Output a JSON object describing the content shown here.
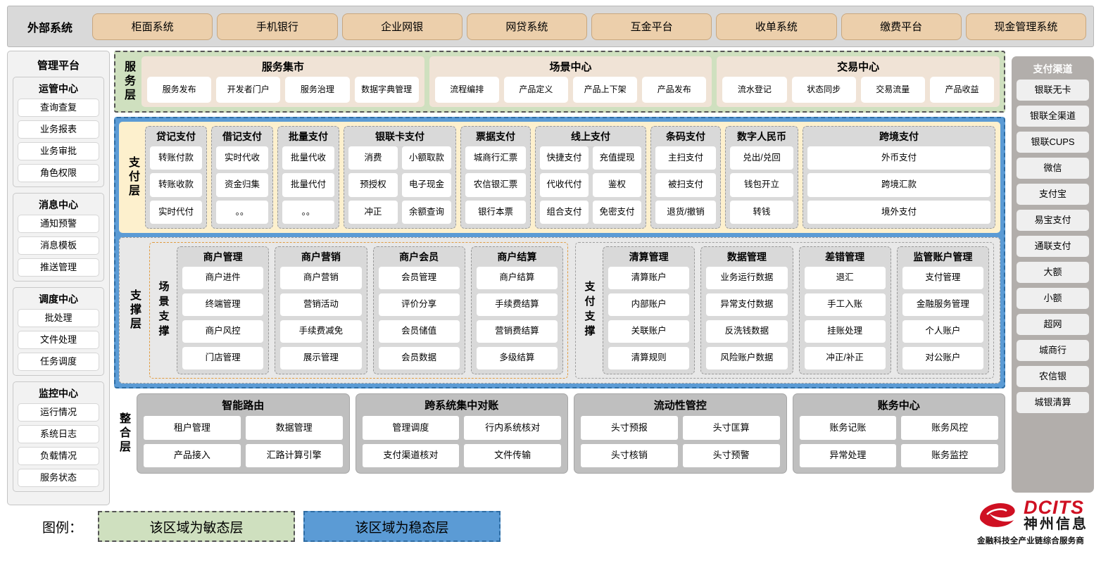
{
  "external": {
    "title": "外部系统",
    "items": [
      "柜面系统",
      "手机银行",
      "企业网银",
      "网贷系统",
      "互金平台",
      "收单系统",
      "缴费平台",
      "现金管理系统"
    ]
  },
  "management": {
    "title": "管理平台",
    "groups": [
      {
        "title": "运管中心",
        "items": [
          "查询查复",
          "业务报表",
          "业务审批",
          "角色权限"
        ]
      },
      {
        "title": "消息中心",
        "items": [
          "通知预警",
          "消息模板",
          "推送管理"
        ]
      },
      {
        "title": "调度中心",
        "items": [
          "批处理",
          "文件处理",
          "任务调度"
        ]
      },
      {
        "title": "监控中心",
        "items": [
          "运行情况",
          "系统日志",
          "负载情况",
          "服务状态"
        ]
      }
    ]
  },
  "channels": {
    "title": "支付渠道",
    "items": [
      "银联无卡",
      "银联全渠道",
      "银联CUPS",
      "微信",
      "支付宝",
      "易宝支付",
      "通联支付",
      "大额",
      "小额",
      "超网",
      "城商行",
      "农信银",
      "城银清算"
    ]
  },
  "service_layer": {
    "label": "服务层",
    "boxes": [
      {
        "title": "服务集市",
        "items": [
          "服务发布",
          "开发者门户",
          "服务治理",
          "数据字典管理"
        ]
      },
      {
        "title": "场景中心",
        "items": [
          "流程编排",
          "产品定义",
          "产品上下架",
          "产品发布"
        ]
      },
      {
        "title": "交易中心",
        "items": [
          "流水登记",
          "状态同步",
          "交易流量",
          "产品收益"
        ]
      }
    ]
  },
  "payment_layer": {
    "label": "支付层",
    "groups": [
      {
        "title": "贷记支付",
        "cols": 1,
        "rows": [
          [
            "转账付款"
          ],
          [
            "转账收款"
          ],
          [
            "实时代付"
          ]
        ]
      },
      {
        "title": "借记支付",
        "cols": 1,
        "rows": [
          [
            "实时代收"
          ],
          [
            "资金归集"
          ],
          [
            "。。"
          ]
        ]
      },
      {
        "title": "批量支付",
        "cols": 1,
        "rows": [
          [
            "批量代收"
          ],
          [
            "批量代付"
          ],
          [
            "。。"
          ]
        ]
      },
      {
        "title": "银联卡支付",
        "cols": 2,
        "rows": [
          [
            "消费",
            "小额取款"
          ],
          [
            "预授权",
            "电子现金"
          ],
          [
            "冲正",
            "余额查询"
          ]
        ]
      },
      {
        "title": "票据支付",
        "cols": 1,
        "rows": [
          [
            "城商行汇票"
          ],
          [
            "农信银汇票"
          ],
          [
            "银行本票"
          ]
        ]
      },
      {
        "title": "线上支付",
        "cols": 2,
        "rows": [
          [
            "快捷支付",
            "充值提现"
          ],
          [
            "代收代付",
            "鉴权"
          ],
          [
            "组合支付",
            "免密支付"
          ]
        ]
      },
      {
        "title": "条码支付",
        "cols": 1,
        "rows": [
          [
            "主扫支付"
          ],
          [
            "被扫支付"
          ],
          [
            "退货/撤销"
          ]
        ]
      },
      {
        "title": "数字人民币",
        "cols": 1,
        "rows": [
          [
            "兑出/兑回"
          ],
          [
            "钱包开立"
          ],
          [
            "转钱"
          ]
        ]
      },
      {
        "title": "跨境支付",
        "cols": 1,
        "rows": [
          [
            "外币支付"
          ],
          [
            "跨境汇款"
          ],
          [
            "境外支付"
          ]
        ]
      }
    ]
  },
  "support_layer": {
    "label": "支撑层",
    "scene": {
      "label": "场景支撑",
      "groups": [
        {
          "title": "商户管理",
          "items": [
            "商户进件",
            "终端管理",
            "商户风控",
            "门店管理"
          ]
        },
        {
          "title": "商户营销",
          "items": [
            "商户营销",
            "营销活动",
            "手续费减免",
            "展示管理"
          ]
        },
        {
          "title": "商户会员",
          "items": [
            "会员管理",
            "评价分享",
            "会员储值",
            "会员数据"
          ]
        },
        {
          "title": "商户结算",
          "items": [
            "商户结算",
            "手续费结算",
            "营销费结算",
            "多级结算"
          ]
        }
      ]
    },
    "pay": {
      "label": "支付支撑",
      "groups": [
        {
          "title": "清算管理",
          "items": [
            "清算账户",
            "内部账户",
            "关联账户",
            "清算规则"
          ]
        },
        {
          "title": "数据管理",
          "items": [
            "业务运行数据",
            "异常支付数据",
            "反洗钱数据",
            "风险账户数据"
          ]
        },
        {
          "title": "差错管理",
          "items": [
            "退汇",
            "手工入账",
            "挂账处理",
            "冲正/补正"
          ]
        },
        {
          "title": "监管账户管理",
          "items": [
            "支付管理",
            "金融服务管理",
            "个人账户",
            "对公账户"
          ]
        }
      ]
    }
  },
  "integration_layer": {
    "label": "整合层",
    "boxes": [
      {
        "title": "智能路由",
        "rows": [
          [
            "租户管理",
            "数据管理"
          ],
          [
            "产品接入",
            "汇路计算引擎"
          ]
        ]
      },
      {
        "title": "跨系统集中对账",
        "rows": [
          [
            "管理调度",
            "行内系统核对"
          ],
          [
            "支付渠道核对",
            "文件传输"
          ]
        ]
      },
      {
        "title": "流动性管控",
        "rows": [
          [
            "头寸预报",
            "头寸匡算"
          ],
          [
            "头寸核销",
            "头寸预警"
          ]
        ]
      },
      {
        "title": "账务中心",
        "rows": [
          [
            "账务记账",
            "账务风控"
          ],
          [
            "异常处理",
            "账务监控"
          ]
        ]
      }
    ]
  },
  "legend": {
    "label": "图例：",
    "agile": "该区域为敏态层",
    "stable": "该区域为稳态层",
    "agile_color": "#cfe0bf",
    "stable_color": "#5b9bd5"
  },
  "logo": {
    "brand": "DCITS",
    "brand_cn": "神州信息",
    "tagline": "金融科技全产业链综合服务商",
    "brand_color": "#cf1022"
  }
}
